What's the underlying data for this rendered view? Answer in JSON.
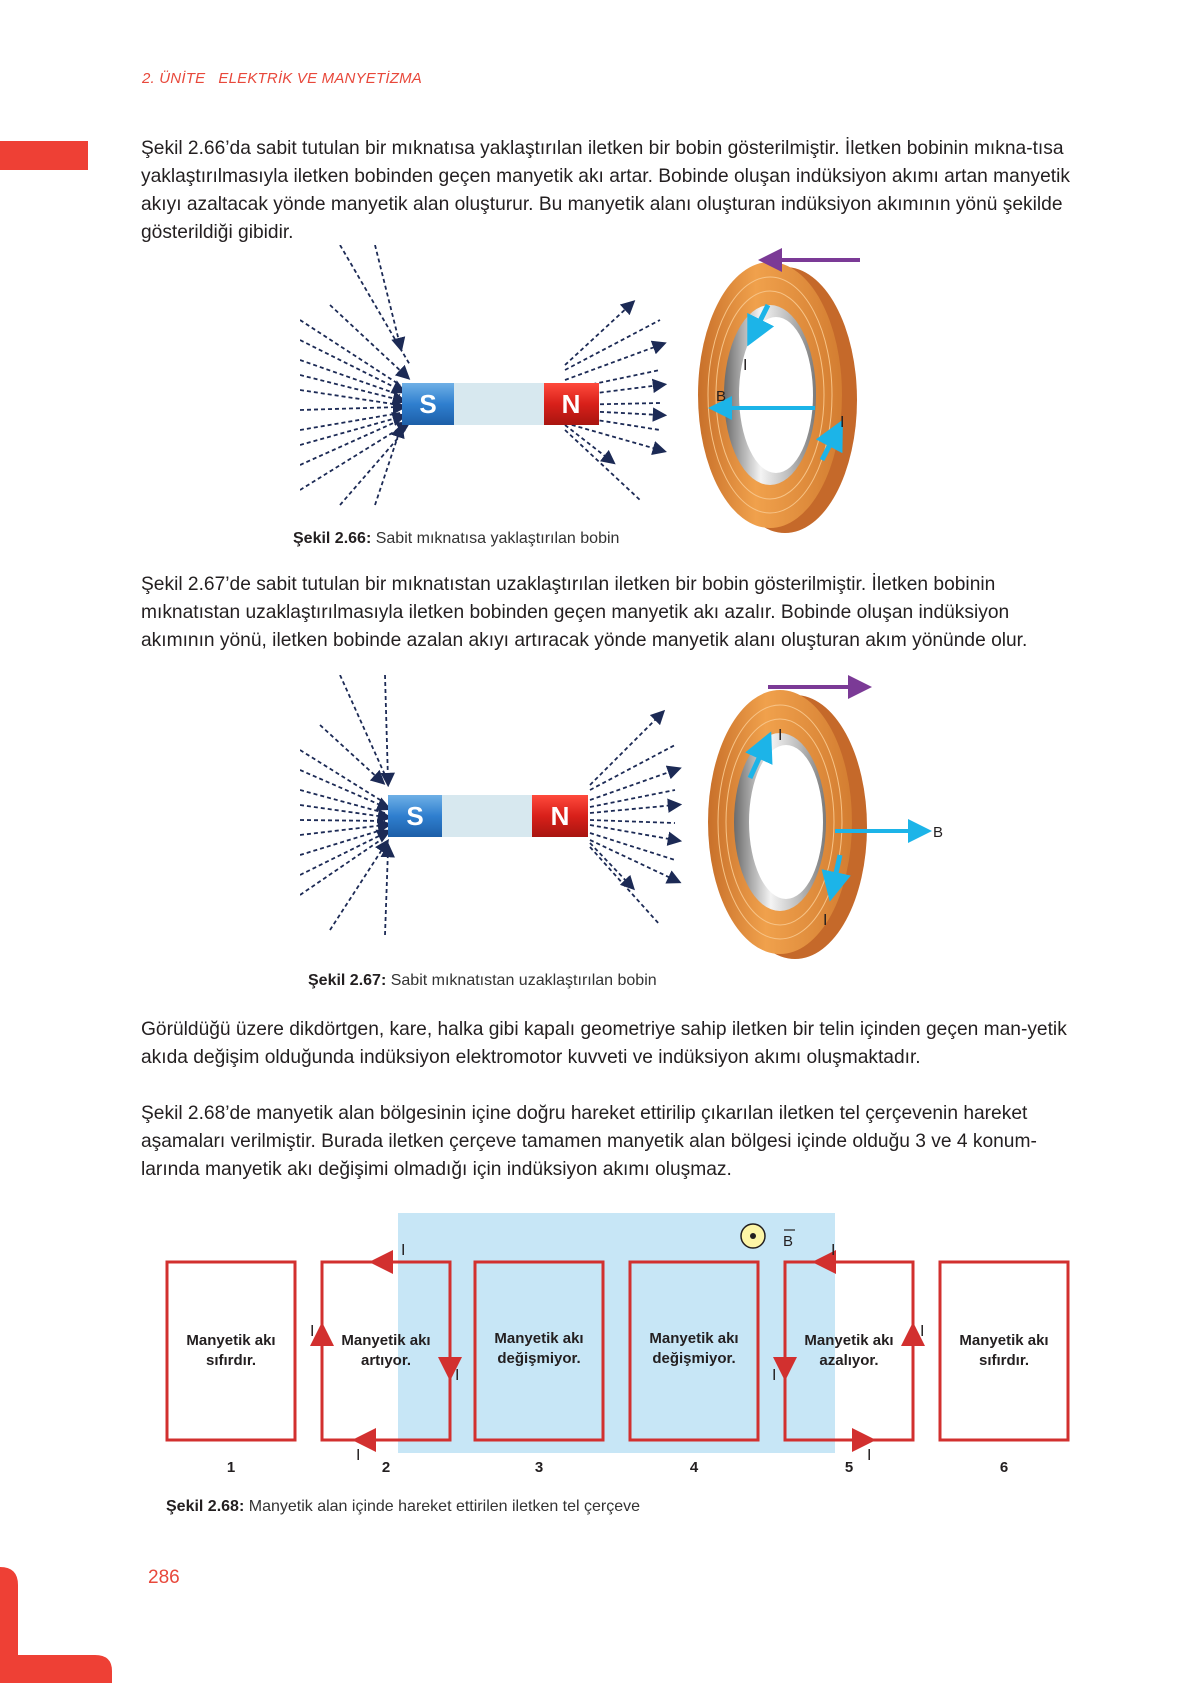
{
  "header": {
    "unit": "2. ÜNİTE",
    "title": "ELEKTRİK VE MANYETİZMA"
  },
  "paragraphs": {
    "p1": "Şekil 2.66’da sabit tutulan bir mıknatısa yaklaştırılan iletken bir bobin gösterilmiştir. İletken bobinin mıkna-tısa yaklaştırılmasıyla iletken bobinden geçen manyetik akı artar. Bobinde oluşan indüksiyon akımı artan manyetik akıyı azaltacak yönde manyetik alan oluşturur. Bu manyetik alanı oluşturan indüksiyon akımının yönü şekilde gösterildiği gibidir.",
    "p2": "Şekil 2.67’de sabit tutulan bir mıknatıstan uzaklaştırılan iletken bir bobin gösterilmiştir. İletken bobinin mıknatıstan uzaklaştırılmasıyla iletken bobinden geçen manyetik akı azalır. Bobinde oluşan indüksiyon akımının yönü, iletken bobinde azalan akıyı artıracak yönde manyetik alanı oluşturan akım yönünde olur.",
    "p3": "Görüldüğü üzere dikdörtgen, kare, halka gibi kapalı geometriye sahip iletken bir telin içinden geçen man-yetik akıda değişim olduğunda indüksiyon elektromotor kuvveti ve indüksiyon akımı oluşmaktadır.",
    "p4": "Şekil 2.68’de manyetik alan bölgesinin içine doğru hareket ettirilip çıkarılan iletken tel çerçevenin hareket aşamaları verilmiştir. Burada iletken çerçeve tamamen manyetik alan bölgesi içinde olduğu 3 ve 4 konum-larında manyetik akı değişimi olmadığı için indüksiyon akımı oluşmaz."
  },
  "figures": {
    "fig66": {
      "label": "Şekil 2.66:",
      "caption": "Sabit mıknatısa yaklaştırılan bobin",
      "magnet_s": "S",
      "magnet_n": "N",
      "field": "B",
      "current": "I"
    },
    "fig67": {
      "label": "Şekil 2.67:",
      "caption": "Sabit mıknatıstan uzaklaştırılan bobin",
      "magnet_s": "S",
      "magnet_n": "N",
      "field": "B",
      "current": "I"
    },
    "fig68": {
      "label": "Şekil 2.68:",
      "caption": "Manyetik alan içinde hareket ettirilen iletken tel çerçeve",
      "field": "B",
      "current": "I",
      "frames": [
        {
          "line1": "Manyetik akı",
          "line2": "sıfırdır.",
          "num": "1"
        },
        {
          "line1": "Manyetik akı",
          "line2": "artıyor.",
          "num": "2"
        },
        {
          "line1": "Manyetik akı",
          "line2": "değişmiyor.",
          "num": "3"
        },
        {
          "line1": "Manyetik akı",
          "line2": "değişmiyor.",
          "num": "4"
        },
        {
          "line1": "Manyetik akı",
          "line2": "azalıyor.",
          "num": "5"
        },
        {
          "line1": "Manyetik akı",
          "line2": "sıfırdır.",
          "num": "6"
        }
      ]
    }
  },
  "page_number": "286",
  "colors": {
    "accent": "#ee4035",
    "wire": "#d2302f",
    "field_region": "#c7e6f6",
    "arrow_cyan": "#1cb4e8",
    "arrow_purple": "#7b3a96",
    "coil": "#e8953f"
  }
}
